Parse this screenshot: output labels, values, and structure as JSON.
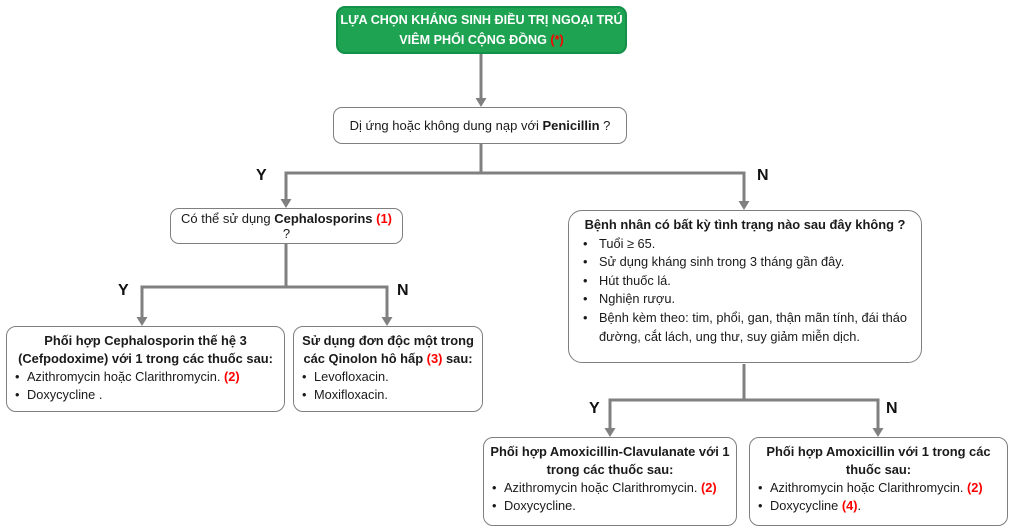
{
  "labels": {
    "yes": "Y",
    "no": "N"
  },
  "root": {
    "line1": "LỰA CHỌN KHÁNG SINH ĐIỀU TRỊ NGOẠI TRÚ",
    "line2": "VIÊM PHỔI CỘNG ĐỒNG ",
    "mark": "(*)"
  },
  "question_penicillin": {
    "pre": "Dị ứng hoặc không dung nạp với ",
    "drug": "Penicillin",
    "post": " ?"
  },
  "question_cephalosporins": {
    "pre": "Có thể sử dụng ",
    "drug": "Cephalosporins ",
    "mark": "(1)",
    "post": " ?"
  },
  "question_conditions": {
    "title": "Bệnh nhân có bất kỳ tình trạng nào sau đây không ?",
    "bullets": [
      "Tuổi ≥ 65.",
      "Sử dụng kháng sinh trong 3 tháng gần đây.",
      "Hút thuốc lá.",
      "Nghiện rượu.",
      "Bệnh kèm theo: tim, phổi, gan, thận mãn tính, đái tháo đường, cắt lách, ung thư, suy giảm miễn dịch."
    ]
  },
  "outcome_cephalosporin3": {
    "title": "Phối hợp Cephalosporin thế hệ 3 (Cefpodoxime) với 1 trong các thuốc sau:",
    "bullets": [
      {
        "pre": "Azithromycin hoặc Clarithromycin. ",
        "mark": "(2)",
        "post": ""
      },
      {
        "pre": "Doxycycline .",
        "mark": "",
        "post": ""
      }
    ]
  },
  "outcome_quinolone": {
    "title_pre": "Sử dụng đơn độc một trong các Qinolon hô hấp ",
    "title_mark": "(3)",
    "title_post": " sau:",
    "bullets": [
      {
        "pre": "Levofloxacin.",
        "mark": "",
        "post": ""
      },
      {
        "pre": "Moxifloxacin.",
        "mark": "",
        "post": ""
      }
    ]
  },
  "outcome_amoxicillin_clavulanate": {
    "title": "Phối hợp Amoxicillin-Clavulanate với 1 trong các thuốc sau:",
    "bullets": [
      {
        "pre": "Azithromycin hoặc Clarithromycin. ",
        "mark": "(2)",
        "post": ""
      },
      {
        "pre": "Doxycycline.",
        "mark": "",
        "post": ""
      }
    ]
  },
  "outcome_amoxicillin": {
    "title": "Phối hợp Amoxicillin với 1 trong các thuốc sau:",
    "bullets": [
      {
        "pre": "Azithromycin hoặc Clarithromycin. ",
        "mark": "(2)",
        "post": ""
      },
      {
        "pre": "Doxycycline ",
        "mark": "(4)",
        "post": "."
      }
    ]
  },
  "colors": {
    "node_green": "#1da351",
    "node_green_border": "#13914a",
    "accent_red": "#ff0000",
    "line_gray": "#808080",
    "box_border_gray": "#7f7f7f"
  }
}
